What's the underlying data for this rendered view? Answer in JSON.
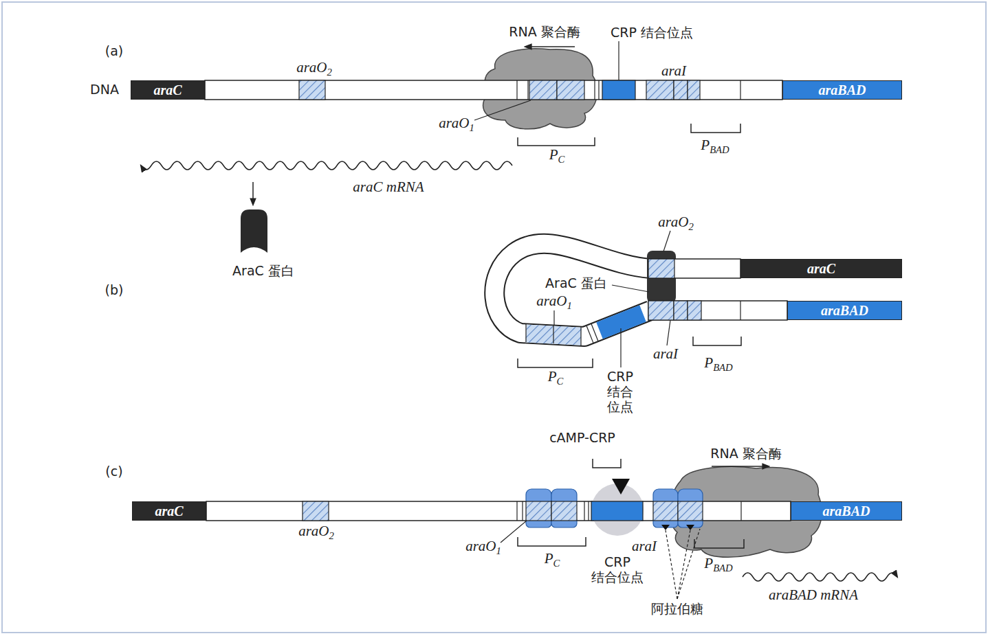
{
  "diagram": {
    "nodes": [
      {
        "text": [
          "araC"
        ]
      },
      {
        "text": [
          "araBAD"
        ]
      },
      {
        "text": [
          "araC"
        ]
      },
      {
        "text": [
          "araBAD"
        ]
      },
      {
        "text": [
          "araC"
        ]
      },
      {
        "text": [
          "araBAD"
        ]
      }
    ],
    "labels": [
      "(a)",
      "RNA 聚合酶",
      "CRP 结合位点",
      "araO2",
      "araI",
      "DNA",
      "araO1",
      "PC",
      "PBAD",
      "araC mRNA",
      "AraC 蛋白",
      "araO2",
      "(b)",
      "AraC 蛋白",
      "araO1",
      "araI",
      "PC",
      "CRP 结合 位点",
      "PBAD",
      "cAMP-CRP",
      "RNA 聚合酶",
      "(c)",
      "araO2",
      "araO1",
      "araI",
      "PC",
      "PBAD",
      "CRP 结合位点",
      "araBAD mRNA",
      "阿拉伯糖"
    ]
  }
}
